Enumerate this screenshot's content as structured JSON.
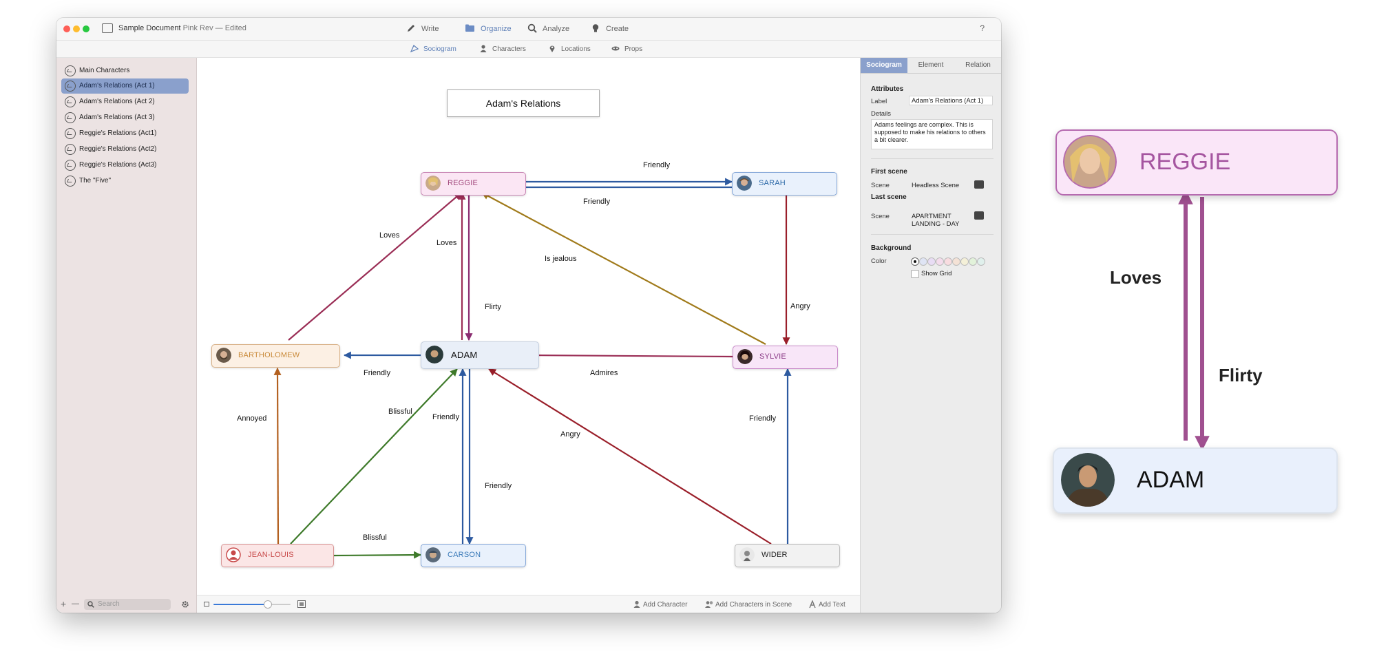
{
  "window": {
    "doc_title": "Sample Document",
    "doc_subtitle": "Pink Rev  — Edited",
    "help": "?"
  },
  "toolbar": {
    "modes": [
      {
        "label": "Write",
        "icon": "pen-icon"
      },
      {
        "label": "Organize",
        "icon": "folder-icon",
        "active": true
      },
      {
        "label": "Analyze",
        "icon": "magnifier-icon"
      },
      {
        "label": "Create",
        "icon": "lightbulb-icon"
      }
    ],
    "subtabs": [
      {
        "label": "Sociogram",
        "icon": "sociogram-icon",
        "active": true
      },
      {
        "label": "Characters",
        "icon": "person-icon"
      },
      {
        "label": "Locations",
        "icon": "location-pin-icon"
      },
      {
        "label": "Props",
        "icon": "mask-icon"
      }
    ]
  },
  "sidebar": {
    "items": [
      {
        "label": "Main Characters"
      },
      {
        "label": "Adam's Relations (Act 1)",
        "selected": true
      },
      {
        "label": "Adam's Relations (Act 2)"
      },
      {
        "label": "Adam's Relations (Act 3)"
      },
      {
        "label": "Reggie's Relations (Act1)"
      },
      {
        "label": "Reggie's Relations (Act2)"
      },
      {
        "label": "Reggie's Relations (Act3)"
      },
      {
        "label": "The \"Five\""
      }
    ],
    "add": "+",
    "remove": "—",
    "search_placeholder": "Search"
  },
  "canvas": {
    "title": "Adam's Relations",
    "nodes": {
      "reggie": "REGGIE",
      "sarah": "SARAH",
      "bartholomew": "BARTHOLOMEW",
      "adam": "ADAM",
      "sylvie": "SYLVIE",
      "jean_louis": "JEAN-LOUIS",
      "carson": "CARSON",
      "wider": "WIDER"
    },
    "edges": {
      "reggie_sarah": "Friendly",
      "sarah_reggie": "Friendly",
      "bartholomew_reggie": "Loves",
      "adam_reggie": "Loves",
      "reggie_adam": "Flirty",
      "sylvie_reggie": "Is jealous",
      "sarah_sylvie": "Angry",
      "adam_bartholomew": "Friendly",
      "sylvie_adam": "Admires",
      "jeanlouis_bartholomew": "Annoyed",
      "jeanlouis_adam": "Blissful",
      "carson_adam": "Friendly",
      "adam_carson": "Friendly",
      "wider_adam": "Angry",
      "wider_sylvie": "Friendly",
      "jeanlouis_carson": "Blissful"
    },
    "colors": {
      "reggie": "#a0457a",
      "sarah": "#2d6aa8",
      "bartholomew": "#c98a3a",
      "adam": "#2d5aa0",
      "sylvie": "#8a3a86",
      "jean_louis": "#c84a4a",
      "carson": "#3a7ab8",
      "wider": "#333333"
    }
  },
  "canvas_bottom": {
    "add_character": "Add Character",
    "add_characters_in_scene": "Add Characters in Scene",
    "add_text": "Add Text"
  },
  "inspector": {
    "tabs": [
      "Sociogram",
      "Element",
      "Relation"
    ],
    "attributes_heading": "Attributes",
    "label_label": "Label",
    "label_value": "Adam's Relations (Act 1)",
    "details_label": "Details",
    "details_value": "Adams feelings are complex. This is supposed to make his relations to others a bit clearer.",
    "first_scene_heading": "First scene",
    "first_scene_label": "Scene",
    "first_scene_value": "Headless Scene",
    "last_scene_heading": "Last scene",
    "last_scene_label": "Scene",
    "last_scene_value": "APARTMENT LANDING - DAY",
    "background_heading": "Background",
    "color_label": "Color",
    "color_swatches": [
      "#ffffff",
      "#dfe4f4",
      "#e8dcf4",
      "#f4dcec",
      "#f8dce0",
      "#f4e2d6",
      "#f4f0d8",
      "#e2f2da",
      "#e0f0ec"
    ],
    "show_grid_label": "Show Grid"
  },
  "detail": {
    "reggie": "REGGIE",
    "adam": "ADAM",
    "loves": "Loves",
    "flirty": "Flirty"
  }
}
